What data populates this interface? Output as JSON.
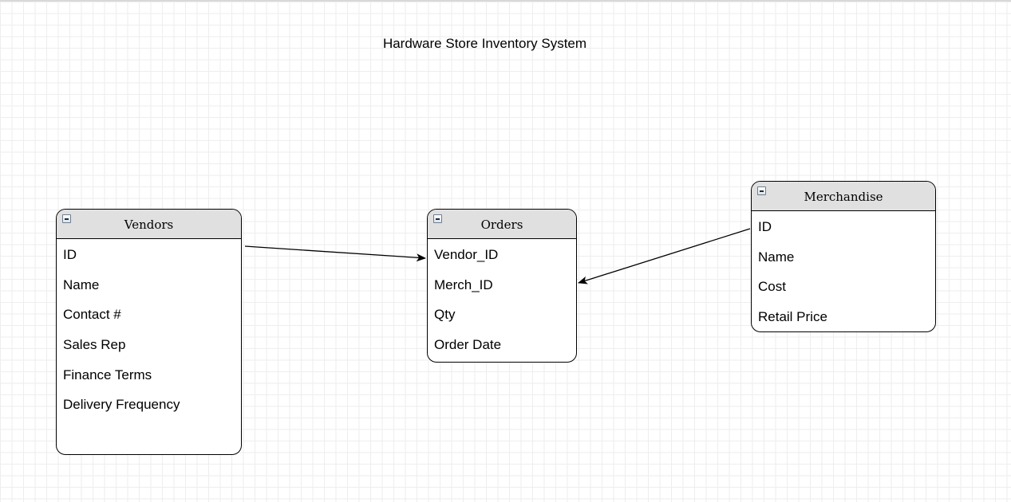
{
  "diagram": {
    "title": "Hardware Store Inventory System"
  },
  "tables": {
    "vendors": {
      "title": "Vendors",
      "fields": [
        "ID",
        "Name",
        "Contact #",
        "Sales Rep",
        "Finance Terms",
        "Delivery Frequency"
      ]
    },
    "orders": {
      "title": "Orders",
      "fields": [
        "Vendor_ID",
        "Merch_ID",
        "Qty",
        "Order Date"
      ]
    },
    "merchandise": {
      "title": "Merchandise",
      "fields": [
        "ID",
        "Name",
        "Cost",
        "Retail Price"
      ]
    }
  },
  "relationships": [
    {
      "from": "Vendors.ID",
      "to": "Orders.Vendor_ID"
    },
    {
      "from": "Merchandise.ID",
      "to": "Orders.Merch_ID"
    }
  ],
  "colors": {
    "header": "#e0e0e0",
    "border": "#000000",
    "grid": "#eeeeee"
  },
  "icons": {
    "collapse": "minus-square-icon"
  }
}
